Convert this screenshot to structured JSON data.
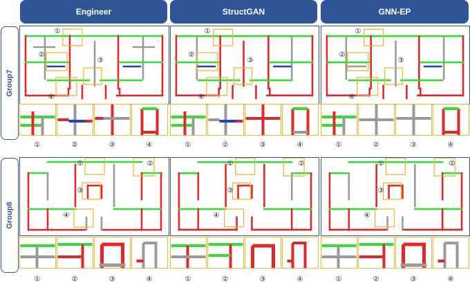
{
  "columns": [
    "Engineer",
    "StructGAN",
    "GNN-EP"
  ],
  "groups": [
    {
      "label": "Group7",
      "callouts": [
        "①",
        "②",
        "③",
        "④"
      ],
      "zoom_numbers": [
        "①",
        "②",
        "③",
        "④"
      ]
    },
    {
      "label": "Group8",
      "callouts": [
        "①",
        "②",
        "③",
        "④"
      ],
      "zoom_numbers": [
        "①",
        "②",
        "③",
        "④"
      ]
    }
  ],
  "colors": {
    "header_bg": "#2f5597",
    "wall_red": "#e32626",
    "wall_green": "#33dd33",
    "wall_gray": "#9a9a9a",
    "wall_blue": "#1f3fd0",
    "highlight": "#f0b42d"
  }
}
